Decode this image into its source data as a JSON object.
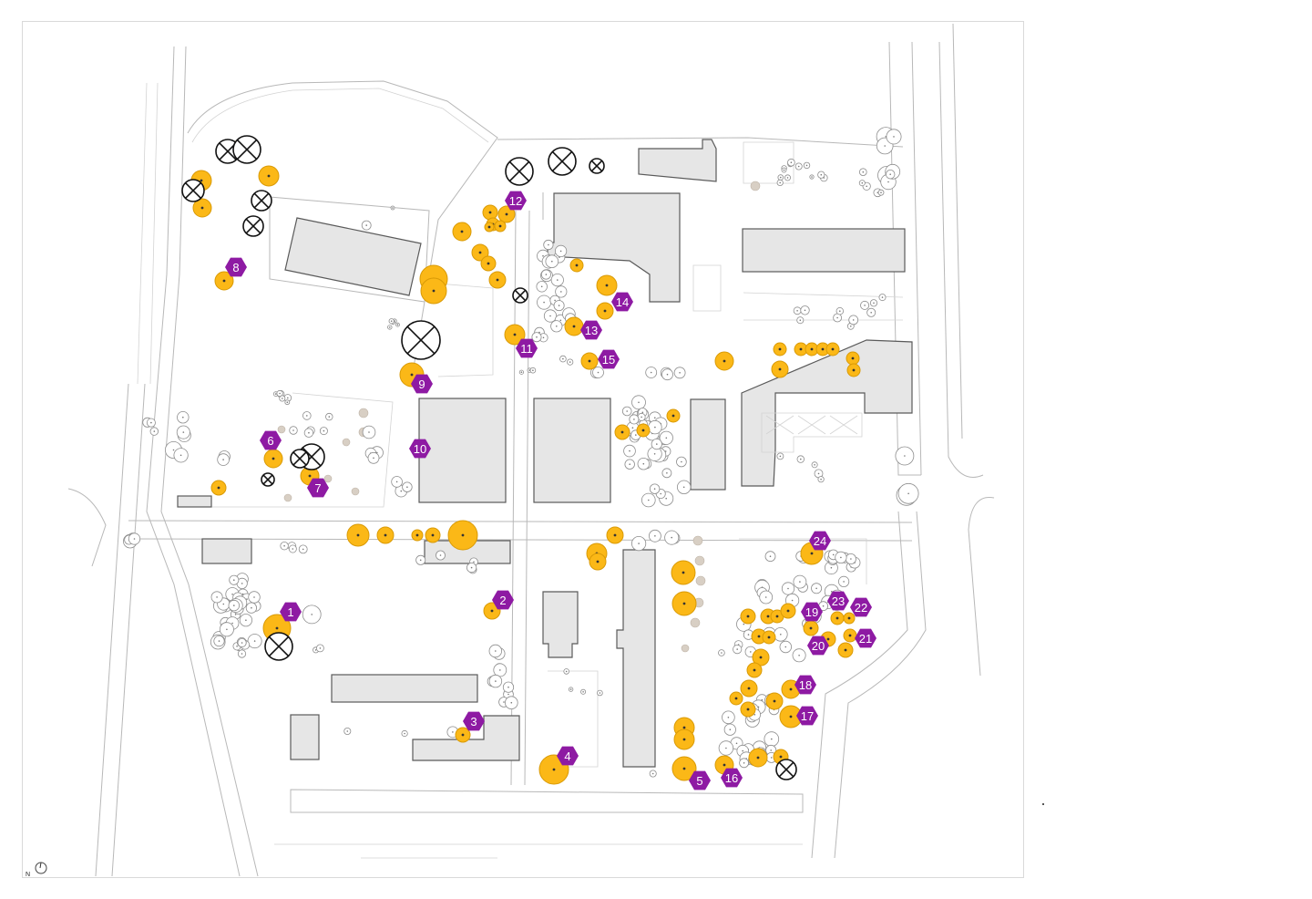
{
  "map": {
    "north_label": "N",
    "colors": {
      "tree_retained": "#fbb817",
      "tree_removed": "#111111",
      "marker": "#8e1aa3",
      "building": "#e6e6e6"
    },
    "markers": [
      "1",
      "2",
      "3",
      "4",
      "5",
      "6",
      "7",
      "8",
      "9",
      "10",
      "11",
      "12",
      "13",
      "14",
      "15",
      "16",
      "17",
      "18",
      "19",
      "20",
      "21",
      "22",
      "23",
      "24"
    ]
  }
}
